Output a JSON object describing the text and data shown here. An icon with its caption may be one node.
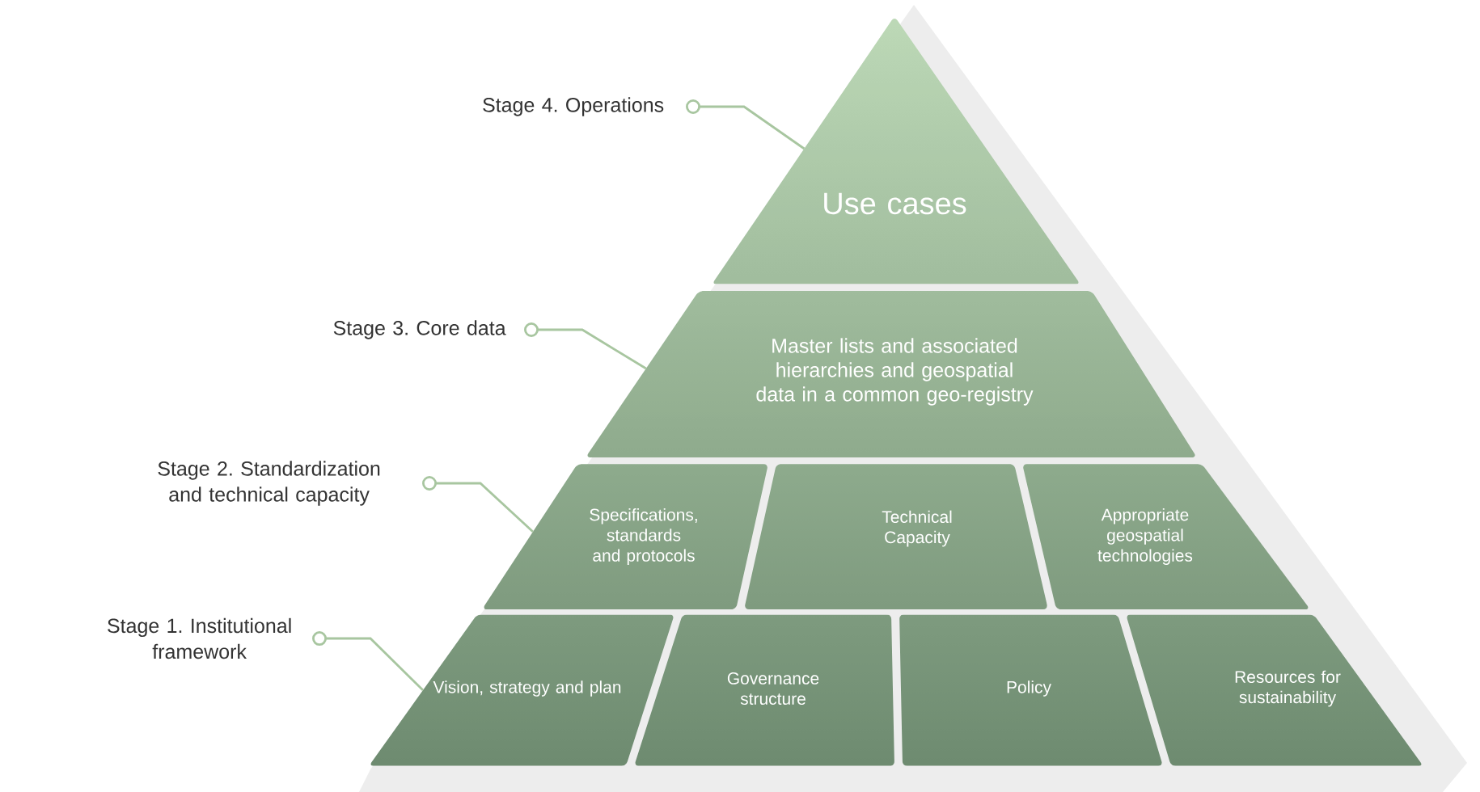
{
  "diagram": {
    "nodes": [
      {
        "text": [
          "Stage 4. Operations"
        ]
      },
      {
        "text": [
          "Use cases"
        ]
      },
      {
        "text": [
          "Stage 3. Core data"
        ]
      },
      {
        "text": [
          "Master lists and associated hierarchies and geospatial data in a common geo-registry"
        ]
      },
      {
        "text": [
          "Stage 2. Standardization and technical capacity"
        ]
      },
      {
        "text": [
          "Specifications, standards and protocols"
        ]
      },
      {
        "text": [
          "Technical Capacity"
        ]
      },
      {
        "text": [
          "Appropriate geospatial technologies"
        ]
      },
      {
        "text": [
          "Stage 1. Institutional framework"
        ]
      },
      {
        "text": [
          "Vision, strategy and plan"
        ]
      },
      {
        "text": [
          "Governance structure"
        ]
      },
      {
        "text": [
          "Policy"
        ]
      },
      {
        "text": [
          "Resources for sustainability"
        ]
      }
    ],
    "edges": [
      {
        "from": 0,
        "to": 1,
        "arrow": "other"
      },
      {
        "from": 2,
        "to": 3,
        "arrow": "other"
      },
      {
        "from": 4,
        "to": 5,
        "arrow": "other"
      },
      {
        "from": 8,
        "to": 9,
        "arrow": "other"
      }
    ]
  }
}
